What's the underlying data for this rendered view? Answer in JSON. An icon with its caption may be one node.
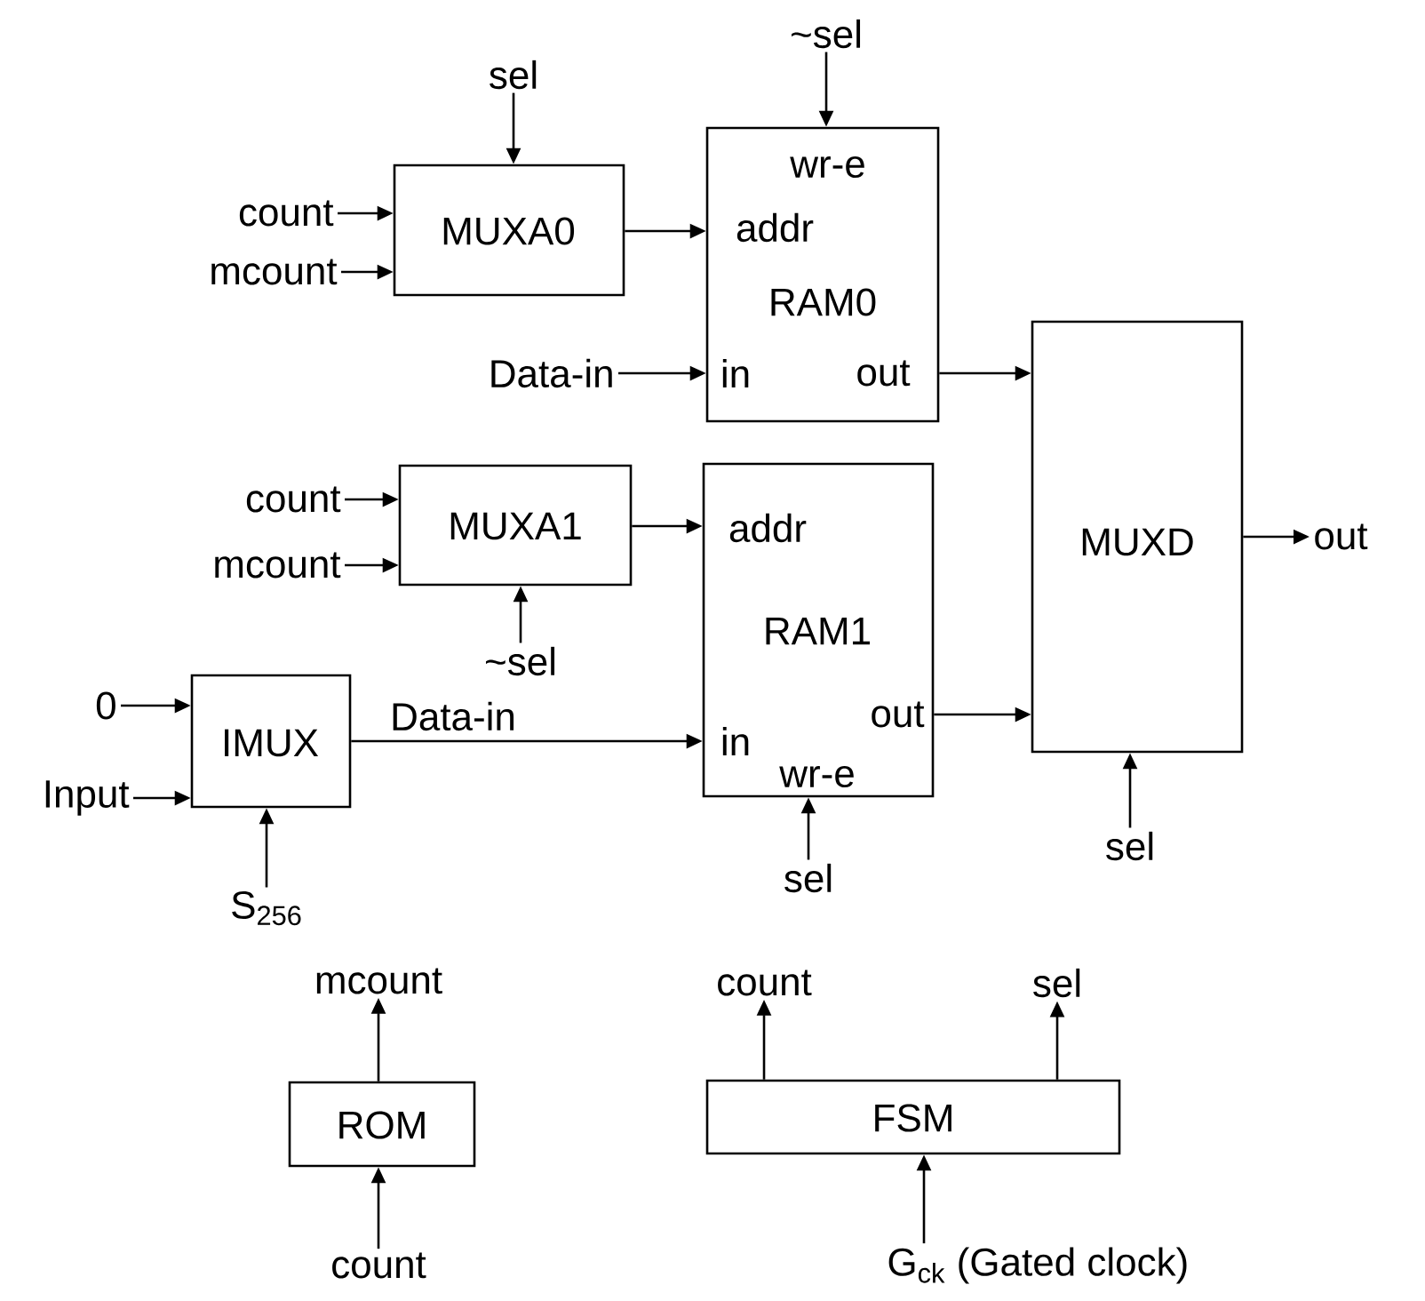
{
  "diagram": {
    "nodes": [
      {
        "text": [
          "MUXA0"
        ]
      },
      {
        "text": [
          "wr-e",
          "addr",
          "RAM0",
          "in",
          "out"
        ]
      },
      {
        "text": [
          "MUXD"
        ]
      },
      {
        "text": [
          "MUXA1"
        ]
      },
      {
        "text": [
          "addr",
          "RAM1",
          "out",
          "in",
          "wr-e"
        ]
      },
      {
        "text": [
          "IMUX"
        ]
      },
      {
        "text": [
          "ROM"
        ]
      },
      {
        "text": [
          "FSM"
        ]
      },
      {
        "text": [
          "sel"
        ]
      },
      {
        "text": [
          "count"
        ]
      },
      {
        "text": [
          "mcount"
        ]
      },
      {
        "text": [
          "~sel"
        ]
      },
      {
        "text": [
          "Data-in"
        ]
      },
      {
        "text": [
          "count"
        ]
      },
      {
        "text": [
          "mcount"
        ]
      },
      {
        "text": [
          "~sel"
        ]
      },
      {
        "text": [
          "0"
        ]
      },
      {
        "text": [
          "Input"
        ]
      },
      {
        "text": [
          "S$_{256}$"
        ]
      },
      {
        "text": [
          "sel"
        ]
      },
      {
        "text": [
          "sel"
        ]
      },
      {
        "text": [
          "out"
        ]
      },
      {
        "text": [
          "mcount"
        ]
      },
      {
        "text": [
          "count"
        ]
      },
      {
        "text": [
          "count"
        ]
      },
      {
        "text": [
          "sel"
        ]
      },
      {
        "text": [
          "G$_{ck}$ (Gated clock)"
        ]
      }
    ],
    "edges": [
      {
        "from": 8,
        "to": 0,
        "arrow": "to"
      },
      {
        "from": 9,
        "to": 0,
        "arrow": "to"
      },
      {
        "from": 10,
        "to": 0,
        "arrow": "to"
      },
      {
        "from": 0,
        "to": 1,
        "arrow": "to"
      },
      {
        "from": 11,
        "to": 1,
        "arrow": "to"
      },
      {
        "from": 12,
        "to": 1,
        "arrow": "to"
      },
      {
        "from": 1,
        "to": 2,
        "arrow": "to"
      },
      {
        "from": 13,
        "to": 3,
        "arrow": "to"
      },
      {
        "from": 14,
        "to": 3,
        "arrow": "to"
      },
      {
        "from": 3,
        "to": 4,
        "arrow": "to"
      },
      {
        "from": 15,
        "to": 3,
        "arrow": "to"
      },
      {
        "from": 16,
        "to": 5,
        "arrow": "to"
      },
      {
        "from": 17,
        "to": 5,
        "arrow": "to"
      },
      {
        "from": 18,
        "to": 5,
        "arrow": "to"
      },
      {
        "from": 5,
        "to": 4,
        "arrow": "to",
        "label": "Data-in"
      },
      {
        "from": 19,
        "to": 4,
        "arrow": "to"
      },
      {
        "from": 4,
        "to": 2,
        "arrow": "to"
      },
      {
        "from": 20,
        "to": 2,
        "arrow": "to"
      },
      {
        "from": 2,
        "to": 21,
        "arrow": "to"
      },
      {
        "from": 6,
        "to": 22,
        "arrow": "to"
      },
      {
        "from": 23,
        "to": 6,
        "arrow": "to"
      },
      {
        "from": 7,
        "to": 24,
        "arrow": "to"
      },
      {
        "from": 7,
        "to": 25,
        "arrow": "to"
      },
      {
        "from": 26,
        "to": 7,
        "arrow": "to"
      }
    ]
  }
}
